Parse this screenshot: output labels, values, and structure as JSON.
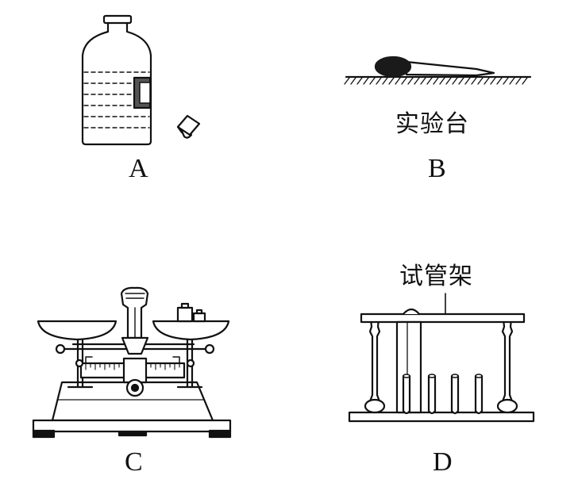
{
  "panels": [
    {
      "letter": "A"
    },
    {
      "letter": "B",
      "caption": "实验台"
    },
    {
      "letter": "C"
    },
    {
      "letter": "D",
      "caption": "试管架"
    }
  ]
}
